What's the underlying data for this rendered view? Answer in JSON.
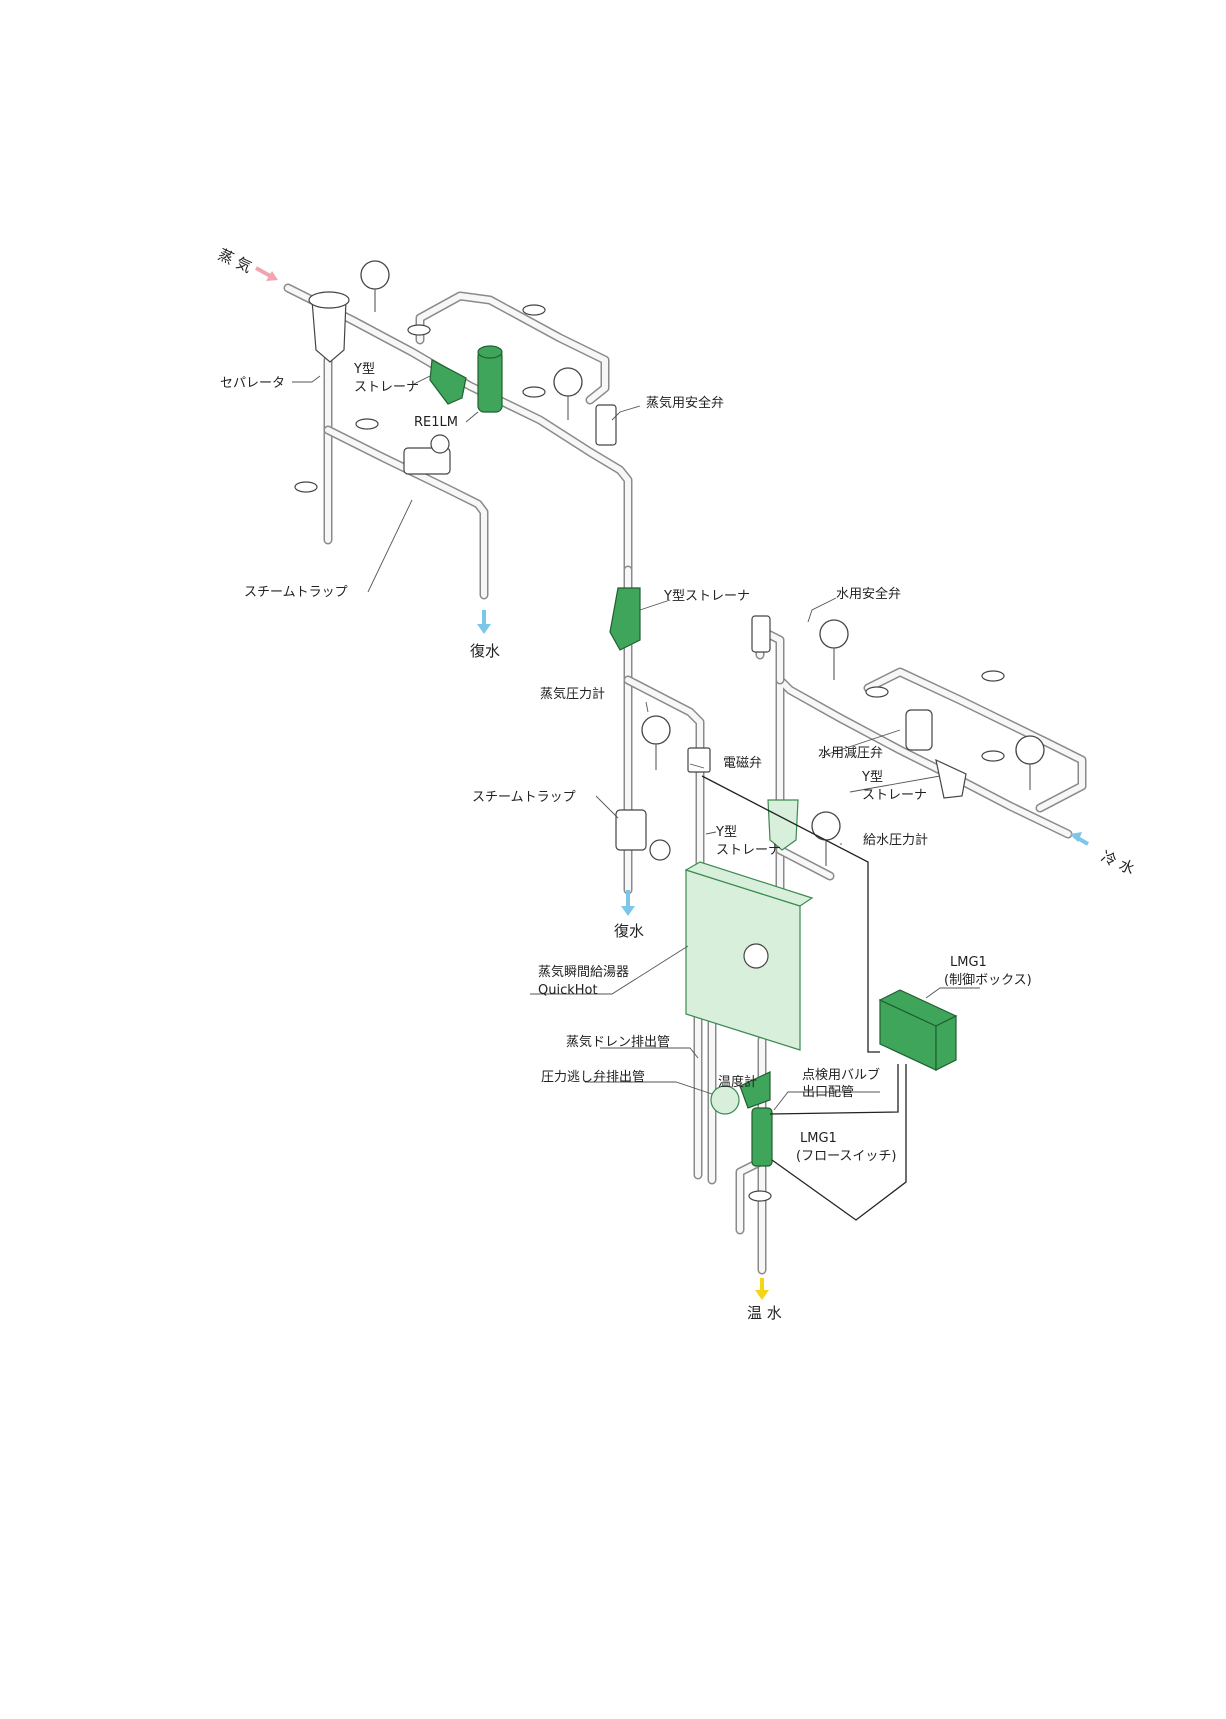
{
  "colors": {
    "green": "#3fa55a",
    "green_light": "#d8efdc",
    "steam_arrow": "#f2a5b0",
    "water_arrow": "#7cc6ea",
    "hot_water_arrow": "#f5d515"
  },
  "flows": {
    "steam_in": "蒸 気",
    "condensate_1": "復水",
    "condensate_2": "復水",
    "cold_water_in": "冷 水",
    "hot_water_out": "温 水"
  },
  "labels": {
    "separator": "セパレータ",
    "y_strainer_steam_1": "Y型",
    "y_strainer_steam_2": "ストレーナ",
    "re1lm": "RE1LM",
    "steam_trap_top": "スチームトラップ",
    "steam_safety_valve": "蒸気用安全弁",
    "y_strainer_mid": "Y型ストレーナ",
    "steam_pressure_gauge": "蒸気圧力計",
    "solenoid_valve": "電磁弁",
    "steam_trap_mid": "スチームトラップ",
    "y_strainer_small_1": "Y型",
    "y_strainer_small_2": "ストレーナ",
    "water_safety_valve": "水用安全弁",
    "water_reducing_valve": "水用減圧弁",
    "y_strainer_water_1": "Y型",
    "y_strainer_water_2": "ストレーナ",
    "feed_water_gauge": "給水圧力計",
    "heater_1": "蒸気瞬間給湯器",
    "heater_2": "QuickHot",
    "control_box_1": "LMG1",
    "control_box_2": "(制御ボックス)",
    "drain_pipe": "蒸気ドレン排出管",
    "relief_pipe": "圧力逃し弁排出管",
    "thermometer": "温度計",
    "inspection_valve_1": "点検用バルブ",
    "inspection_valve_2": "出口配管",
    "flow_switch_1": "LMG1",
    "flow_switch_2": "(フロースイッチ)"
  },
  "icons": {
    "steam_arrow": "arrow-right-icon",
    "condensate_arrow": "arrow-down-icon",
    "water_arrow": "arrow-left-icon",
    "hot_water_arrow": "arrow-down-icon",
    "gauge": "pressure-gauge-icon",
    "handwheel": "valve-handwheel-icon"
  }
}
